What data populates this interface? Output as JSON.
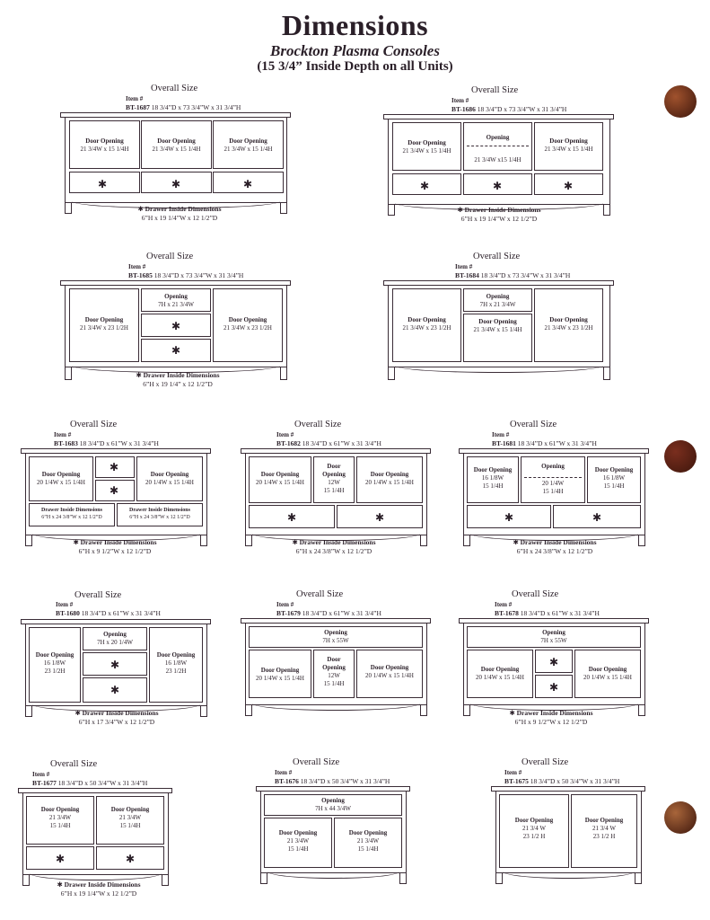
{
  "header": {
    "title": "Dimensions",
    "subtitle": "Brockton Plasma Consoles",
    "depth_note": "(15 3/4” Inside Depth on all Units)"
  },
  "labels": {
    "overall": "Overall Size",
    "item": "Item #",
    "door": "Door Opening",
    "opening": "Opening",
    "door_op_short": "Door",
    "op_short": "Opening",
    "drawer": "Drawer Inside Dimensions",
    "star": "✱"
  },
  "units": {
    "bt1687": {
      "code": "BT-1687",
      "size": "18 3/4”D x 73 3/4”W x 31 3/4”H",
      "door_a": "21 3/4W x 15 1/4H",
      "door_b": "21 3/4W x 15 1/4H",
      "door_c": "21 3/4W x 15 1/4H",
      "drawer": "6”H x 19 1/4”W x 12 1/2”D"
    },
    "bt1686": {
      "code": "BT-1686",
      "size": "18 3/4”D x 73 3/4”W x 31 3/4”H",
      "door_a": "21 3/4W x 15 1/4H",
      "open": "21 3/4W x15 1/4H",
      "door_c": "21 3/4W x 15 1/4H",
      "drawer": "6”H x 19 1/4”W x 12 1/2”D"
    },
    "bt1685": {
      "code": "BT-1685",
      "size": "18 3/4”D x 73 3/4”W x 31 3/4”H",
      "door_a": "21 3/4W x 23 1/2H",
      "open": "7H x 21 3/4W",
      "door_c": "21 3/4W x 23 1/2H",
      "drawer": "6”H x 19 1/4” x 12 1/2”D"
    },
    "bt1684": {
      "code": "BT-1684",
      "size": "18 3/4”D x 73 3/4”W x 31 3/4”H",
      "door_a": "21 3/4W x 23 1/2H",
      "open": "7H x 21 3/4W",
      "door_b": "21 3/4W x 15 1/4H",
      "door_c": "21 3/4W x 23 1/2H"
    },
    "bt1683": {
      "code": "BT-1683",
      "size": "18 3/4”D x 61”W x 31 3/4”H",
      "door_a": "20 1/4W x 15 1/4H",
      "door_c": "20 1/4W x 15 1/4H",
      "drw_l": "6”H x 24 3/8”W x 12 1/2”D",
      "drw_r": "6”H x 24 3/8”W x 12 1/2”D",
      "drawer": "6”H x 9 1/2”W x 12 1/2”D"
    },
    "bt1682": {
      "code": "BT-1682",
      "size": "18 3/4”D x 61”W x 31 3/4”H",
      "door_a": "20 1/4W x 15 1/4H",
      "door_b1": "12W",
      "door_b2": "15 1/4H",
      "door_c": "20 1/4W x 15 1/4H",
      "drawer": "6”H x 24 3/8”W x 12 1/2”D"
    },
    "bt1681": {
      "code": "BT-1681",
      "size": "18 3/4”D x 61”W x 31 3/4”H",
      "door_a1": "16 1/8W",
      "door_a2": "15 1/4H",
      "open1": "20 1/4W",
      "open2": "15 1/4H",
      "door_c1": "16 1/8W",
      "door_c2": "15 1/4H",
      "drawer": "6”H x 24 3/8”W x 12 1/2”D"
    },
    "bt1680": {
      "code": "BT-1680",
      "size": "18 3/4”D x 61”W x 31 3/4”H",
      "door_a1": "16 1/8W",
      "door_a2": "23 1/2H",
      "open": "7H x 20 1/4W",
      "door_c1": "16 1/8W",
      "door_c2": "23 1/2H",
      "drawer": "6”H x 17 3/4”W x 12 1/2”D"
    },
    "bt1679": {
      "code": "BT-1679",
      "size": "18 3/4”D x 61”W x 31 3/4”H",
      "open": "7H x 55W",
      "door_a": "20 1/4W x 15 1/4H",
      "door_b1": "12W",
      "door_b2": "15 1/4H",
      "door_c": "20 1/4W x 15 1/4H"
    },
    "bt1678": {
      "code": "BT-1678",
      "size": "18 3/4”D x 61”W x 31 3/4”H",
      "open": "7H x 55W",
      "door_a": "20 1/4W x 15 1/4H",
      "door_c": "20 1/4W x 15 1/4H",
      "drawer": "6”H x 9 1/2”W x 12 1/2”D"
    },
    "bt1677": {
      "code": "BT-1677",
      "size": "18 3/4”D x 50 3/4”W x 31 3/4”H",
      "door_a1": "21 3/4W",
      "door_a2": "15 1/4H",
      "door_c1": "21 3/4W",
      "door_c2": "15 1/4H",
      "drawer": "6”H x 19 1/4”W x 12 1/2”D"
    },
    "bt1676": {
      "code": "BT-1676",
      "size": "18 3/4”D x 50 3/4”W x 31 3/4”H",
      "open": "7H x 44 3/4W",
      "door_a1": "21 3/4W",
      "door_a2": "15 1/4H",
      "door_c1": "21 3/4W",
      "door_c2": "15 1/4H"
    },
    "bt1675": {
      "code": "BT-1675",
      "size": "18 3/4”D x 50 3/4”W x 31 3/4”H",
      "door_a1": "21 3/4 W",
      "door_a2": "23 1/2 H",
      "door_c1": "21 3/4 W",
      "door_c2": "23 1/2 H"
    }
  },
  "swatches": [
    {
      "color": "#a0522d"
    },
    {
      "color": "#7a2e1e"
    },
    {
      "color": "#a8653a"
    }
  ]
}
